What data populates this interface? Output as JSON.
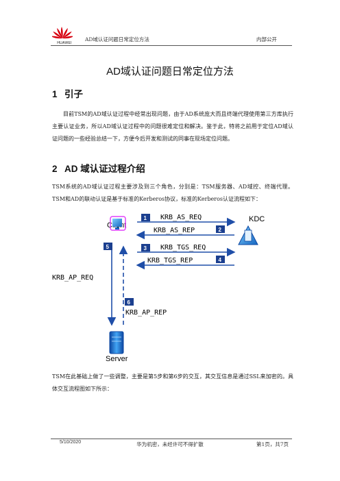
{
  "header": {
    "logo_text": "HUAWEI",
    "doc_title": "AD域认证问题日常定位方法",
    "classification": "内部公开"
  },
  "title": "AD域认证问题日常定位方法",
  "sections": [
    {
      "number": "1",
      "heading": "引子",
      "paragraphs": [
        "目前TSM的AD域认证过程中经常出现问题，由于AD系统庞大而且终端代理使用第三方库执行主要认证业务，所以AD域认证过程中的问题很难定位和解决。鉴于此，特将之前用于定位AD域认证问题的一些经验总结一下，方便今后开发和测试的同事在现场定位问题。"
      ]
    },
    {
      "number": "2",
      "heading": "AD 域认证过程介绍",
      "paragraphs": [
        "TSM系统的AD域认证过程主要涉及到三个角色，分别是：TSM服务器、AD域控、终端代理。TSM和AD的联动认证是基于标准的Kerberos协议，标准的Kerberos认证流程如下：",
        "TSM在此基础上做了一些调整，主要是第5步和第6步的交互，其交互信息是通过SSL来加密的。具体交互流程图如下所示："
      ]
    }
  ],
  "diagram": {
    "nodes": {
      "client": "Client",
      "kdc": "KDC",
      "server": "Server"
    },
    "messages": [
      {
        "step": "1",
        "label": "KRB_AS_REQ"
      },
      {
        "step": "2",
        "label": "KRB_AS_REP"
      },
      {
        "step": "3",
        "label": "KRB_TGS_REQ"
      },
      {
        "step": "4",
        "label": "KRB_TGS_REP"
      },
      {
        "step": "5",
        "label": "KRB_AP_REQ"
      },
      {
        "step": "6",
        "label": "KRB_AP_REP"
      }
    ],
    "colors": {
      "arrow": "#1f4ea8",
      "badge": "#1b3f8f",
      "logo": "#d7000f"
    }
  },
  "footer": {
    "date": "5/10/2020",
    "confidential": "华为机密，未经许可不得扩散",
    "page": "第1页，共7页"
  }
}
